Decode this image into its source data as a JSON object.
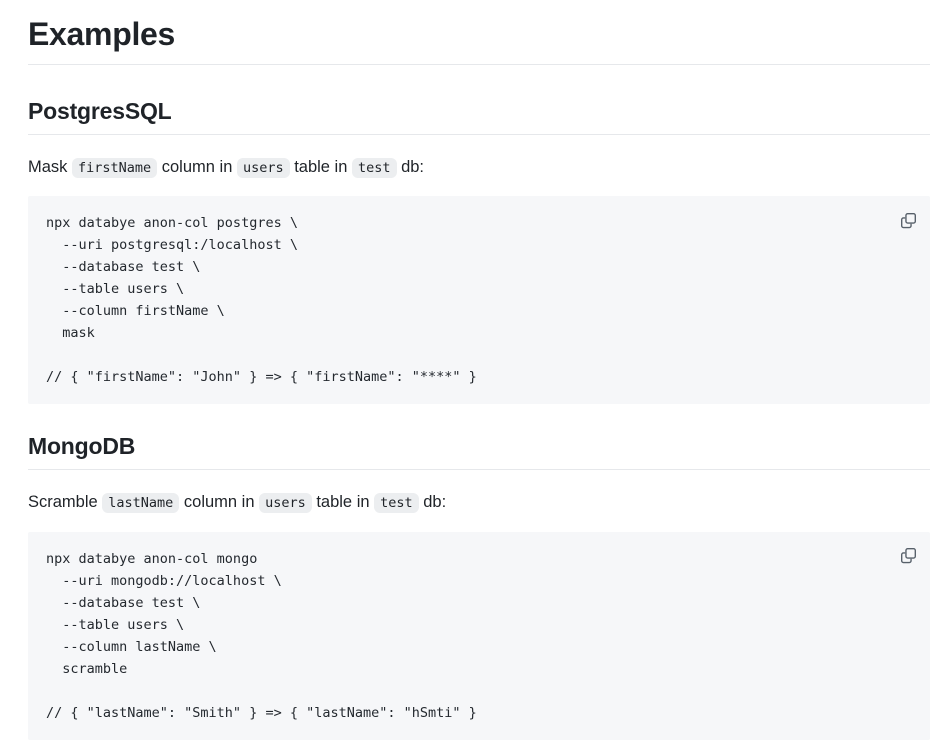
{
  "page": {
    "title": "Examples"
  },
  "sections": [
    {
      "heading": "PostgresSQL",
      "description": {
        "part1": "Mask ",
        "code1": "firstName",
        "part2": " column in ",
        "code2": "users",
        "part3": " table in ",
        "code3": "test",
        "part4": " db:"
      },
      "code": "npx databye anon-col postgres \\\n  --uri postgresql:/localhost \\\n  --database test \\\n  --table users \\\n  --column firstName \\\n  mask\n\n// { \"firstName\": \"John\" } => { \"firstName\": \"****\" }",
      "copy_label": "copy-code-icon"
    },
    {
      "heading": "MongoDB",
      "description": {
        "part1": "Scramble ",
        "code1": "lastName",
        "part2": " column in ",
        "code2": "users",
        "part3": " table in ",
        "code3": "test",
        "part4": " db:"
      },
      "code": "npx databye anon-col mongo\n  --uri mongodb://localhost \\\n  --database test \\\n  --table users \\\n  --column lastName \\\n  scramble\n\n// { \"lastName\": \"Smith\" } => { \"lastName\": \"hSmti\" }",
      "copy_label": "copy-code-icon"
    }
  ],
  "colors": {
    "text": "#1f2328",
    "rule": "#e6e8eb",
    "code_bg": "#f6f7f9",
    "inline_code_bg": "#eceef0",
    "icon": "#57606a"
  }
}
